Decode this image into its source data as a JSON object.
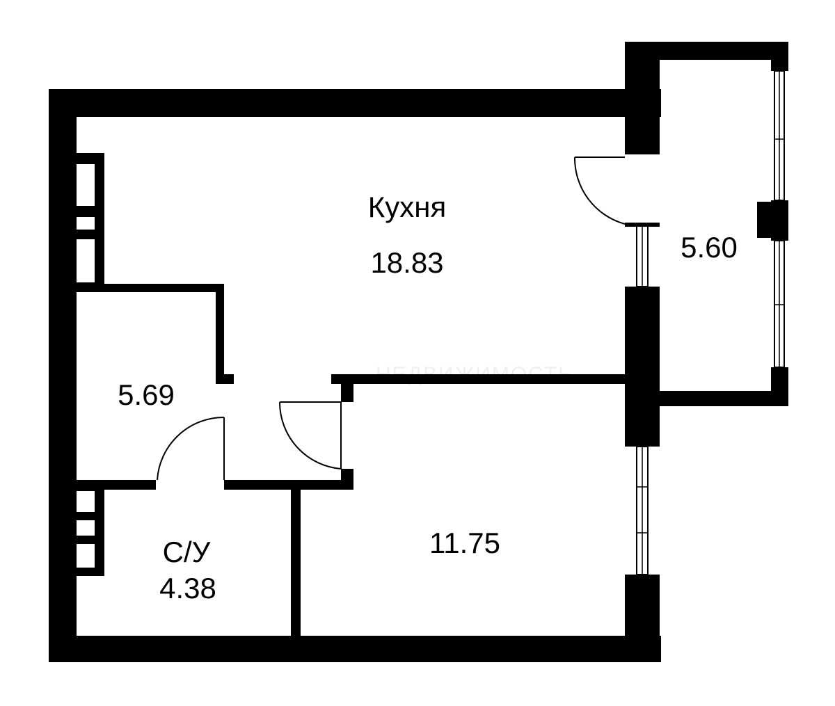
{
  "plan": {
    "watermark": "НЕДВИЖИМОСТЬ",
    "rooms": {
      "kitchen": {
        "name": "Кухня",
        "area": "18.83"
      },
      "balcony": {
        "area": "5.60"
      },
      "hallway": {
        "area": "5.69"
      },
      "bathroom": {
        "name": "С/У",
        "area": "4.38"
      },
      "bedroom": {
        "area": "11.75"
      }
    }
  }
}
